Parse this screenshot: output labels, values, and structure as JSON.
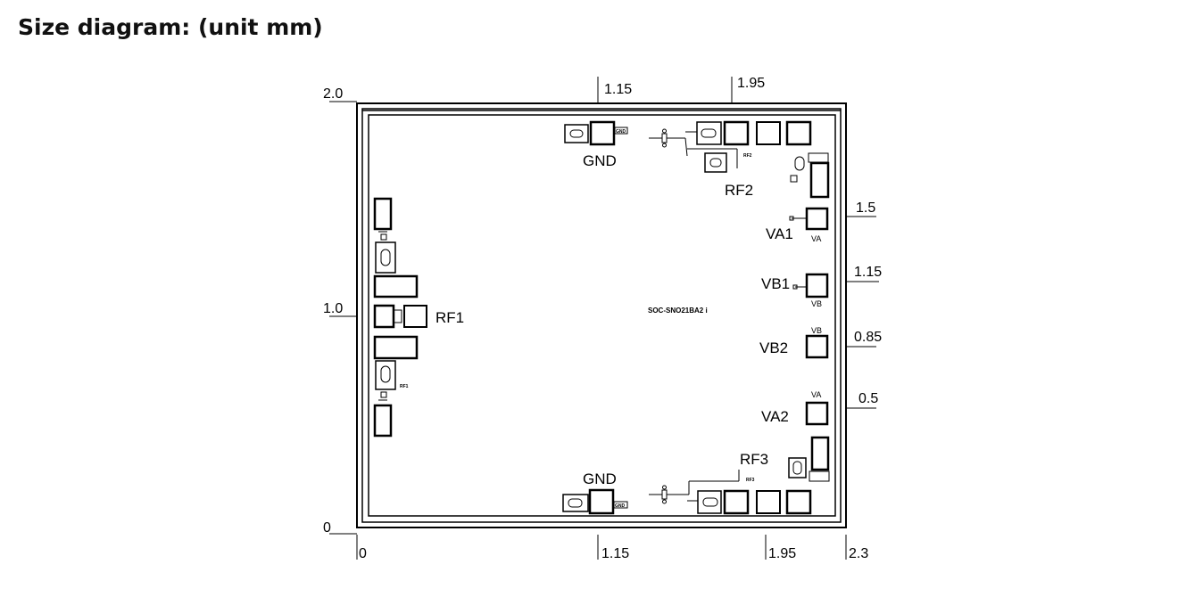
{
  "title": "Size diagram: (unit mm)",
  "dimensions": {
    "top": [
      "1.15",
      "1.95"
    ],
    "bottom": [
      "0",
      "1.15",
      "1.95",
      "2.3"
    ],
    "left": [
      "2.0",
      "1.0",
      "0"
    ],
    "right": [
      "1.5",
      "1.15",
      "0.85",
      "0.5"
    ]
  },
  "pads": {
    "gnd_top": "GND",
    "gnd_bottom": "GND",
    "rf1": "RF1",
    "rf2": "RF2",
    "rf3": "RF3",
    "va1": "VA1",
    "vb1": "VB1",
    "vb2": "VB2",
    "va2": "VA2"
  },
  "silkscreen": {
    "chip_id": "SOC-SNO21BA2  i",
    "gnd_small": "GND",
    "rf1_small": "RF1",
    "rf2_small": "RF2",
    "rf3_small": "RF3",
    "va_small_1": "VA",
    "vb_small_1": "VB",
    "vb_small_2": "VB",
    "va_small_2": "VA"
  },
  "colors": {
    "line": "#000000",
    "background": "#ffffff"
  }
}
